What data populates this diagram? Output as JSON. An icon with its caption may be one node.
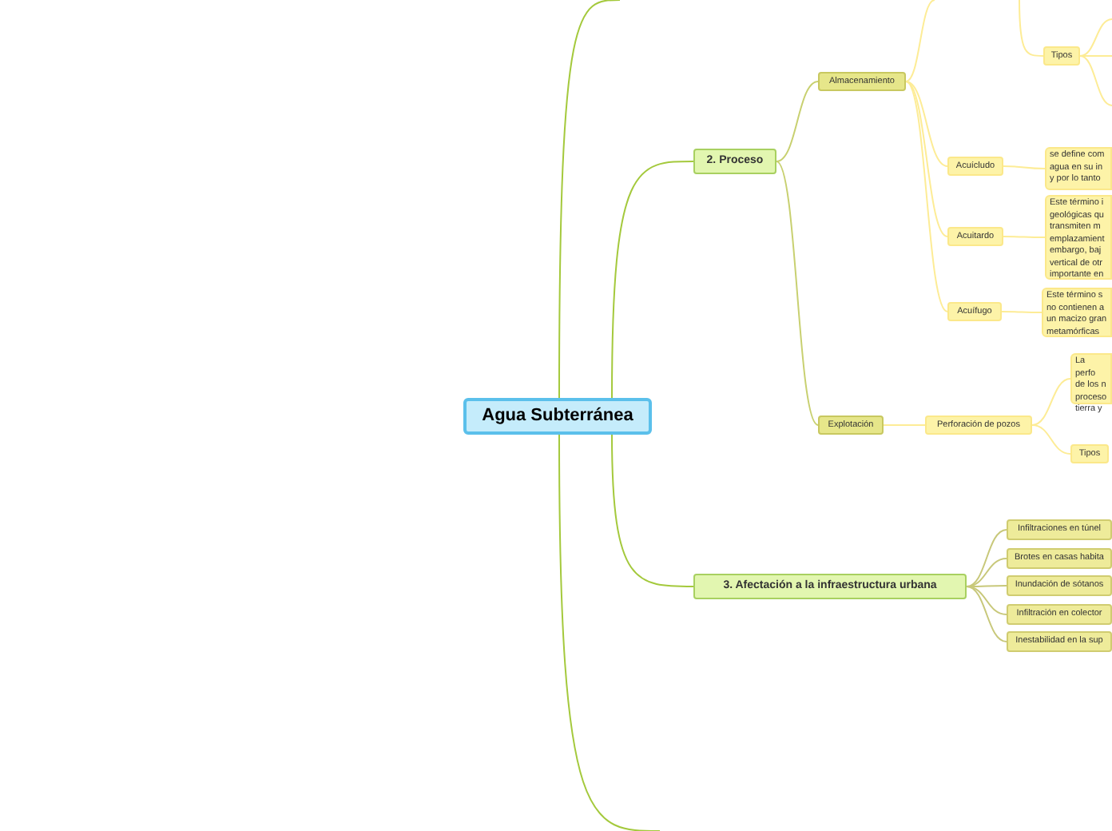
{
  "diagram": {
    "nodes": [
      {
        "text": [
          "Agua Subterránea"
        ]
      },
      {
        "text": [
          "2. Proceso"
        ]
      },
      {
        "text": [
          "Almacenamiento"
        ]
      },
      {
        "text": [
          "Tipos"
        ]
      },
      {
        "text": [
          "Acuícludo"
        ]
      },
      {
        "text": [
          "se define com agua en su in y por lo tanto"
        ]
      },
      {
        "text": [
          "Acuitardo"
        ]
      },
      {
        "text": [
          "Este término i geológicas qu transmiten m emplazamient embargo, baj vertical de otr importante en"
        ]
      },
      {
        "text": [
          "Acuífugo"
        ]
      },
      {
        "text": [
          "Este término s no contienen a un macizo gran metamórficas"
        ]
      },
      {
        "text": [
          "Explotación"
        ]
      },
      {
        "text": [
          "Perforación de pozos"
        ]
      },
      {
        "text": [
          "La perfo de los n proceso tierra y"
        ]
      },
      {
        "text": [
          "Tipos"
        ]
      },
      {
        "text": [
          "3. Afectación a la infraestructura urbana"
        ]
      },
      {
        "text": [
          "Infiltraciones en túnel"
        ]
      },
      {
        "text": [
          "Brotes en casas habita"
        ]
      },
      {
        "text": [
          "Inundación de sótanos"
        ]
      },
      {
        "text": [
          "Infiltración en colector"
        ]
      },
      {
        "text": [
          "Inestabilidad en la sup"
        ]
      }
    ],
    "edges": [
      {
        "from": 0,
        "to": null,
        "arrow": "none",
        "color": "#a4c93c"
      },
      {
        "from": 0,
        "to": 1,
        "arrow": "none",
        "color": "#a4c93c"
      },
      {
        "from": 0,
        "to": 14,
        "arrow": "none",
        "color": "#a4c93c"
      },
      {
        "from": 0,
        "to": null,
        "arrow": "none",
        "color": "#a4c93c"
      },
      {
        "from": 1,
        "to": 2,
        "arrow": "none",
        "color": "#c8d070"
      },
      {
        "from": 1,
        "to": 10,
        "arrow": "none",
        "color": "#c8d070"
      },
      {
        "from": 2,
        "to": null,
        "arrow": "none"
      },
      {
        "from": null,
        "to": 3,
        "arrow": "none"
      },
      {
        "from": 3,
        "to": null,
        "arrow": "none"
      },
      {
        "from": 3,
        "to": null,
        "arrow": "none"
      },
      {
        "from": 3,
        "to": null,
        "arrow": "none"
      },
      {
        "from": 2,
        "to": 4,
        "arrow": "none"
      },
      {
        "from": 2,
        "to": 6,
        "arrow": "none"
      },
      {
        "from": 2,
        "to": 8,
        "arrow": "none"
      },
      {
        "from": 4,
        "to": 5,
        "arrow": "none"
      },
      {
        "from": 6,
        "to": 7,
        "arrow": "none"
      },
      {
        "from": 8,
        "to": 9,
        "arrow": "none"
      },
      {
        "from": 10,
        "to": 11,
        "arrow": "none"
      },
      {
        "from": 11,
        "to": 12,
        "arrow": "none"
      },
      {
        "from": 11,
        "to": 13,
        "arrow": "none"
      },
      {
        "from": 14,
        "to": 15,
        "arrow": "none",
        "color": "#c8c87a"
      },
      {
        "from": 14,
        "to": 16,
        "arrow": "none",
        "color": "#c8c87a"
      },
      {
        "from": 14,
        "to": 17,
        "arrow": "none",
        "color": "#c8c87a"
      },
      {
        "from": 14,
        "to": 18,
        "arrow": "none",
        "color": "#c8c87a"
      },
      {
        "from": 14,
        "to": 19,
        "arrow": "none",
        "color": "#c8c87a"
      }
    ]
  }
}
